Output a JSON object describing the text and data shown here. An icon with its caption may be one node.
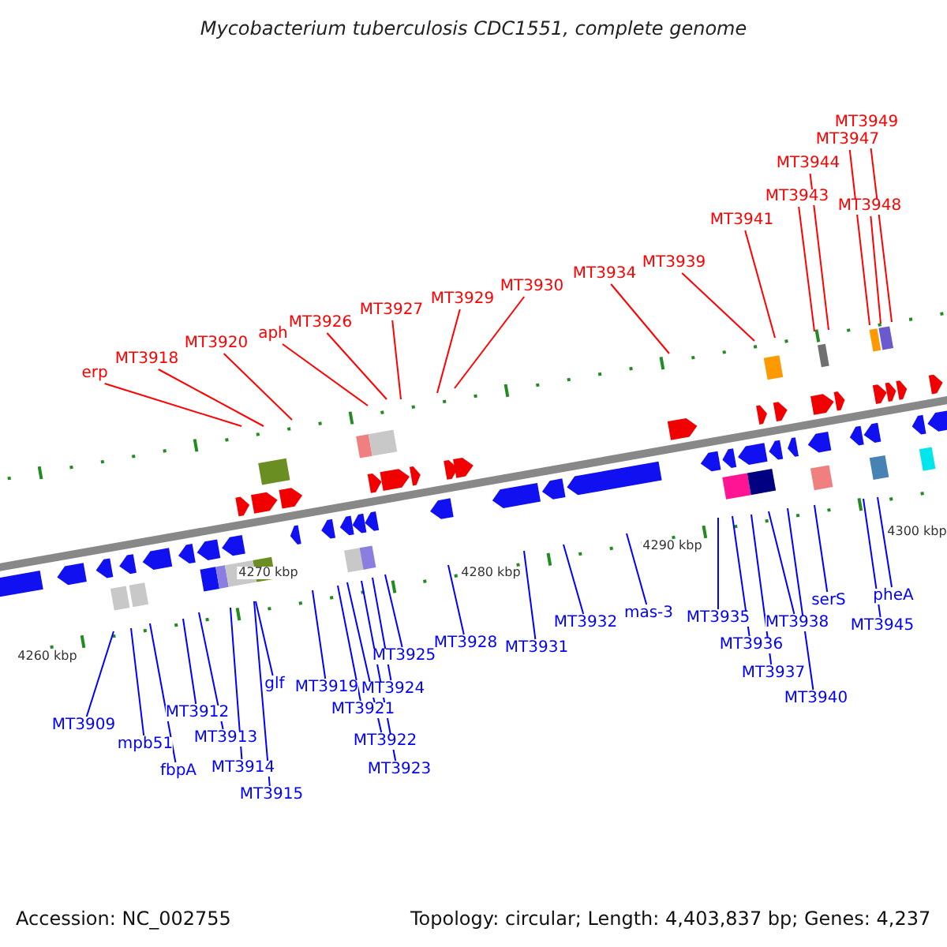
{
  "diagram": {
    "title": "Mycobacterium tuberculosis CDC1551, complete genome",
    "nodes": [
      {
        "text": [
          "erp"
        ]
      },
      {
        "text": [
          "MT3918"
        ]
      },
      {
        "text": [
          "MT3920"
        ]
      },
      {
        "text": [
          "aph"
        ]
      },
      {
        "text": [
          "MT3926"
        ]
      },
      {
        "text": [
          "MT3927"
        ]
      },
      {
        "text": [
          "MT3929"
        ]
      },
      {
        "text": [
          "MT3930"
        ]
      },
      {
        "text": [
          "MT3934"
        ]
      },
      {
        "text": [
          "MT3939"
        ]
      },
      {
        "text": [
          "MT3941"
        ]
      },
      {
        "text": [
          "MT3943"
        ]
      },
      {
        "text": [
          "MT3944"
        ]
      },
      {
        "text": [
          "MT3947"
        ]
      },
      {
        "text": [
          "MT3948"
        ]
      },
      {
        "text": [
          "MT3949"
        ]
      },
      {
        "text": [
          "MT3909"
        ]
      },
      {
        "text": [
          "mpb51"
        ]
      },
      {
        "text": [
          "fbpA"
        ]
      },
      {
        "text": [
          "MT3912"
        ]
      },
      {
        "text": [
          "MT3913"
        ]
      },
      {
        "text": [
          "MT3914"
        ]
      },
      {
        "text": [
          "MT3915"
        ]
      },
      {
        "text": [
          "glf"
        ]
      },
      {
        "text": [
          "MT3919"
        ]
      },
      {
        "text": [
          "MT3921"
        ]
      },
      {
        "text": [
          "MT3922"
        ]
      },
      {
        "text": [
          "MT3923"
        ]
      },
      {
        "text": [
          "MT3924"
        ]
      },
      {
        "text": [
          "MT3925"
        ]
      },
      {
        "text": [
          "MT3928"
        ]
      },
      {
        "text": [
          "MT3931"
        ]
      },
      {
        "text": [
          "MT3932"
        ]
      },
      {
        "text": [
          "mas-3"
        ]
      },
      {
        "text": [
          "MT3935"
        ]
      },
      {
        "text": [
          "MT3936"
        ]
      },
      {
        "text": [
          "MT3937"
        ]
      },
      {
        "text": [
          "MT3938"
        ]
      },
      {
        "text": [
          "MT3940"
        ]
      },
      {
        "text": [
          "serS"
        ]
      },
      {
        "text": [
          "MT3945"
        ]
      },
      {
        "text": [
          "pheA"
        ]
      }
    ],
    "edges": [
      {
        "from": 0,
        "to": null,
        "arrow": "none",
        "color": "#ff0000"
      },
      {
        "from": 1,
        "to": null,
        "arrow": "none",
        "color": "#ff0000"
      },
      {
        "from": 2,
        "to": null,
        "arrow": "none",
        "color": "#ff0000"
      },
      {
        "from": 3,
        "to": null,
        "arrow": "none",
        "color": "#ff0000"
      },
      {
        "from": 4,
        "to": null,
        "arrow": "none",
        "color": "#ff0000"
      },
      {
        "from": 5,
        "to": null,
        "arrow": "none",
        "color": "#ff0000"
      },
      {
        "from": 6,
        "to": null,
        "arrow": "none",
        "color": "#ff0000"
      },
      {
        "from": 7,
        "to": null,
        "arrow": "none",
        "color": "#ff0000"
      },
      {
        "from": 8,
        "to": null,
        "arrow": "none",
        "color": "#ff0000"
      },
      {
        "from": 9,
        "to": null,
        "arrow": "none",
        "color": "#ff0000"
      },
      {
        "from": 10,
        "to": null,
        "arrow": "none",
        "color": "#ff0000"
      },
      {
        "from": 11,
        "to": null,
        "arrow": "none",
        "color": "#ff0000"
      },
      {
        "from": 12,
        "to": null,
        "arrow": "none",
        "color": "#ff0000"
      },
      {
        "from": 13,
        "to": null,
        "arrow": "none",
        "color": "#ff0000"
      },
      {
        "from": 14,
        "to": null,
        "arrow": "none",
        "color": "#ff0000"
      },
      {
        "from": 15,
        "to": null,
        "arrow": "none",
        "color": "#ff0000"
      },
      {
        "from": 16,
        "to": null,
        "arrow": "none"
      },
      {
        "from": 17,
        "to": null,
        "arrow": "none"
      },
      {
        "from": 18,
        "to": null,
        "arrow": "none"
      },
      {
        "from": 19,
        "to": null,
        "arrow": "none"
      },
      {
        "from": 20,
        "to": null,
        "arrow": "none"
      },
      {
        "from": 21,
        "to": null,
        "arrow": "none"
      },
      {
        "from": 22,
        "to": null,
        "arrow": "none"
      },
      {
        "from": 23,
        "to": null,
        "arrow": "none"
      },
      {
        "from": 24,
        "to": null,
        "arrow": "none"
      },
      {
        "from": 25,
        "to": null,
        "arrow": "none"
      },
      {
        "from": 26,
        "to": null,
        "arrow": "none"
      },
      {
        "from": 27,
        "to": null,
        "arrow": "none"
      },
      {
        "from": 28,
        "to": null,
        "arrow": "none"
      },
      {
        "from": 29,
        "to": null,
        "arrow": "none"
      },
      {
        "from": 30,
        "to": null,
        "arrow": "none"
      },
      {
        "from": 31,
        "to": null,
        "arrow": "none"
      },
      {
        "from": 32,
        "to": null,
        "arrow": "none"
      },
      {
        "from": 33,
        "to": null,
        "arrow": "none"
      },
      {
        "from": 34,
        "to": null,
        "arrow": "none"
      },
      {
        "from": 35,
        "to": null,
        "arrow": "none"
      },
      {
        "from": 36,
        "to": null,
        "arrow": "none"
      },
      {
        "from": 37,
        "to": null,
        "arrow": "none"
      },
      {
        "from": 38,
        "to": null,
        "arrow": "none"
      },
      {
        "from": 39,
        "to": null,
        "arrow": "none"
      },
      {
        "from": 40,
        "to": null,
        "arrow": "none"
      },
      {
        "from": 41,
        "to": null,
        "arrow": "none"
      }
    ],
    "labels": [
      "4260 kbp",
      "4270 kbp",
      "4280 kbp",
      "4290 kbp",
      "4300 kbp",
      "Accession: NC_002755",
      "Topology: circular; Length: 4,403,837 bp; Genes: 4,237"
    ]
  }
}
